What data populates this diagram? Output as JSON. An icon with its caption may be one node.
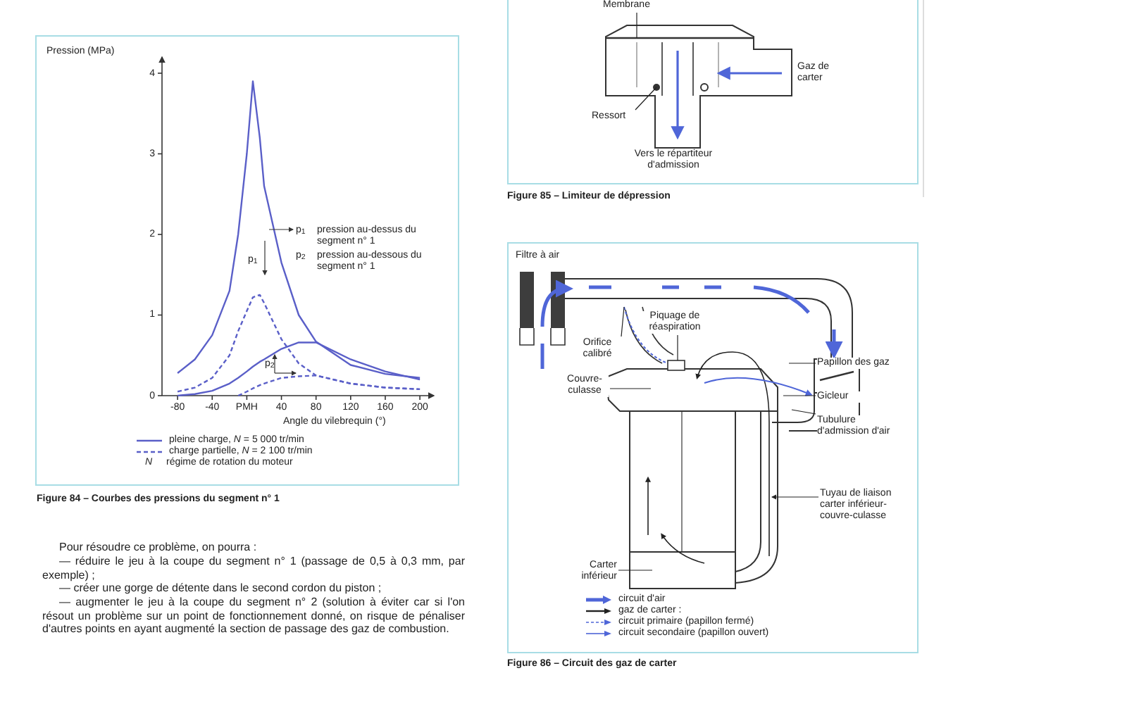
{
  "diagram": {
    "nodes": [
      {
        "text": [
          "Membrane"
        ]
      },
      {
        "text": [
          "Gaz de carter"
        ]
      },
      {
        "text": [
          "Ressort"
        ]
      },
      {
        "text": [
          "Vers le répartiteur d'admission"
        ]
      },
      {
        "text": [
          "Filtre à air"
        ]
      },
      {
        "text": [
          "Orifice calibré"
        ]
      },
      {
        "text": [
          "Piquage de réaspiration"
        ]
      },
      {
        "text": [
          "Couvre-culasse"
        ]
      },
      {
        "text": [
          "Papillon des gaz"
        ]
      },
      {
        "text": [
          "Gicleur"
        ]
      },
      {
        "text": [
          "Tubulure d'admission d'air"
        ]
      },
      {
        "text": [
          "Tuyau de liaison carter inférieur-couvre-culasse"
        ]
      },
      {
        "text": [
          "Carter inférieur"
        ]
      }
    ],
    "edges": [
      {
        "from": 0,
        "to": null,
        "arrow": "none"
      },
      {
        "from": 2,
        "to": null,
        "arrow": "none"
      },
      {
        "from": 5,
        "to": null,
        "arrow": "none"
      },
      {
        "from": 6,
        "to": null,
        "arrow": "none"
      },
      {
        "from": 7,
        "to": null,
        "arrow": "none"
      },
      {
        "from": 8,
        "to": null,
        "arrow": "none"
      },
      {
        "from": 9,
        "to": null,
        "arrow": "none"
      },
      {
        "from": 10,
        "to": null,
        "arrow": "none"
      },
      {
        "from": 11,
        "to": null,
        "arrow": "to"
      },
      {
        "from": 12,
        "to": null,
        "arrow": "none"
      }
    ],
    "labels": [
      "Figure 84 – Courbes des pressions du segment n° 1",
      "p$_{1}$",
      "pression au-dessus du segment n° 1",
      "p$_{2}$",
      "pression au-dessous du segment n° 1",
      "p$_{1}$",
      "p$_{2}$",
      "N",
      "régime de rotation du moteur",
      "Pour résoudre ce problème, on pourra :",
      "— réduire le jeu à la coupe du segment n° 1 (passage de 0,5 à 0,3 mm, par exemple) ;",
      "— créer une gorge de détente dans le second cordon du piston ;",
      "— augmenter le jeu à la coupe du segment n° 2 (solution à éviter car si l'on résout un problème sur un point de fonctionnement donné, on risque de pénaliser d'autres points en ayant augmenté la section de passage des gaz de combustion.",
      "Figure 85 – Limiteur de dépression",
      "Figure 86 – Circuit des gaz de carter"
    ],
    "legend": [
      {
        "text": "pleine charge, *N* = 5 000 tr/min"
      },
      {
        "text": "charge partielle, *N* = 2 100 tr/min"
      },
      {
        "text": "circuit d'air"
      },
      {
        "text": "gaz de carter :"
      },
      {
        "text": "circuit primaire (papillon fermé)"
      },
      {
        "text": "circuit secondaire (papillon ouvert)"
      }
    ],
    "chart_data": {
      "type": "line",
      "xlabel": "Angle du vilebrequin (°)",
      "ylabel": "Pression (MPa)",
      "x": [
        -80,
        -60,
        -40,
        -20,
        -10,
        0,
        7,
        15,
        20,
        40,
        60,
        80,
        120,
        160,
        200
      ],
      "series": [
        {
          "color": "#5a5fc8",
          "values": [
            0.28,
            0.45,
            0.75,
            1.3,
            2.0,
            3.0,
            3.9,
            3.2,
            2.6,
            1.65,
            1.0,
            0.67,
            0.38,
            0.27,
            0.22
          ]
        },
        {
          "color": "#5a5fc8",
          "line_style": "dashed",
          "values": [
            0.05,
            0.1,
            0.22,
            0.5,
            0.8,
            1.05,
            1.22,
            1.25,
            1.15,
            0.7,
            0.4,
            0.25,
            0.15,
            0.1,
            0.08
          ]
        },
        {
          "color": "#5a5fc8",
          "values": [
            0.0,
            0.02,
            0.06,
            0.15,
            0.22,
            0.3,
            0.36,
            0.42,
            0.45,
            0.58,
            0.66,
            0.66,
            0.45,
            0.3,
            0.2
          ]
        },
        {
          "color": "#5a5fc8",
          "line_style": "dashed",
          "values": [
            null,
            null,
            null,
            null,
            0.0,
            0.05,
            0.09,
            0.13,
            0.15,
            0.22,
            0.24,
            0.25,
            0.15,
            0.1,
            0.08
          ]
        }
      ],
      "xlim": [
        -98,
        216
      ],
      "ylim": [
        0,
        4.2
      ],
      "xticks": [
        -80,
        -40,
        {
          "value": 0,
          "label": "PMH"
        },
        40,
        80,
        120,
        160,
        200
      ],
      "yticks": [
        0,
        1,
        2,
        3,
        4
      ]
    }
  }
}
